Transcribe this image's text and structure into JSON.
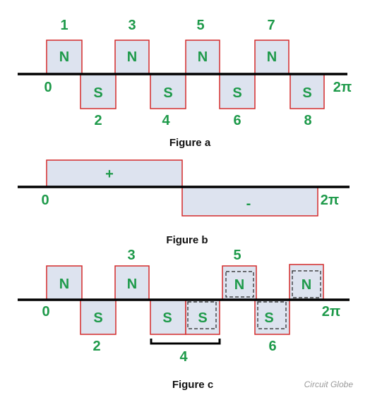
{
  "figure_a": {
    "caption": "Figure a",
    "start_label": "0",
    "end_label": "2π",
    "north_poles": [
      {
        "letter": "N",
        "number": "1"
      },
      {
        "letter": "N",
        "number": "3"
      },
      {
        "letter": "N",
        "number": "5"
      },
      {
        "letter": "N",
        "number": "7"
      }
    ],
    "south_poles": [
      {
        "letter": "S",
        "number": "2"
      },
      {
        "letter": "S",
        "number": "4"
      },
      {
        "letter": "S",
        "number": "6"
      },
      {
        "letter": "S",
        "number": "8"
      }
    ]
  },
  "figure_b": {
    "caption": "Figure b",
    "start_label": "0",
    "end_label": "2π",
    "positive_sign": "+",
    "negative_sign": "-"
  },
  "figure_c": {
    "caption": "Figure c",
    "start_label": "0",
    "end_label": "2π",
    "north_poles": [
      {
        "letter": "N"
      },
      {
        "letter": "N",
        "number": "3"
      },
      {
        "letter": "N",
        "number": "5"
      },
      {
        "letter": "N"
      }
    ],
    "south_poles": [
      {
        "letter": "S",
        "number": "2"
      },
      {
        "letter": "S"
      },
      {
        "letter": "S"
      },
      {
        "letter": "S",
        "number": "6"
      }
    ],
    "group_label": "4"
  },
  "watermark": "Circuit Globe"
}
